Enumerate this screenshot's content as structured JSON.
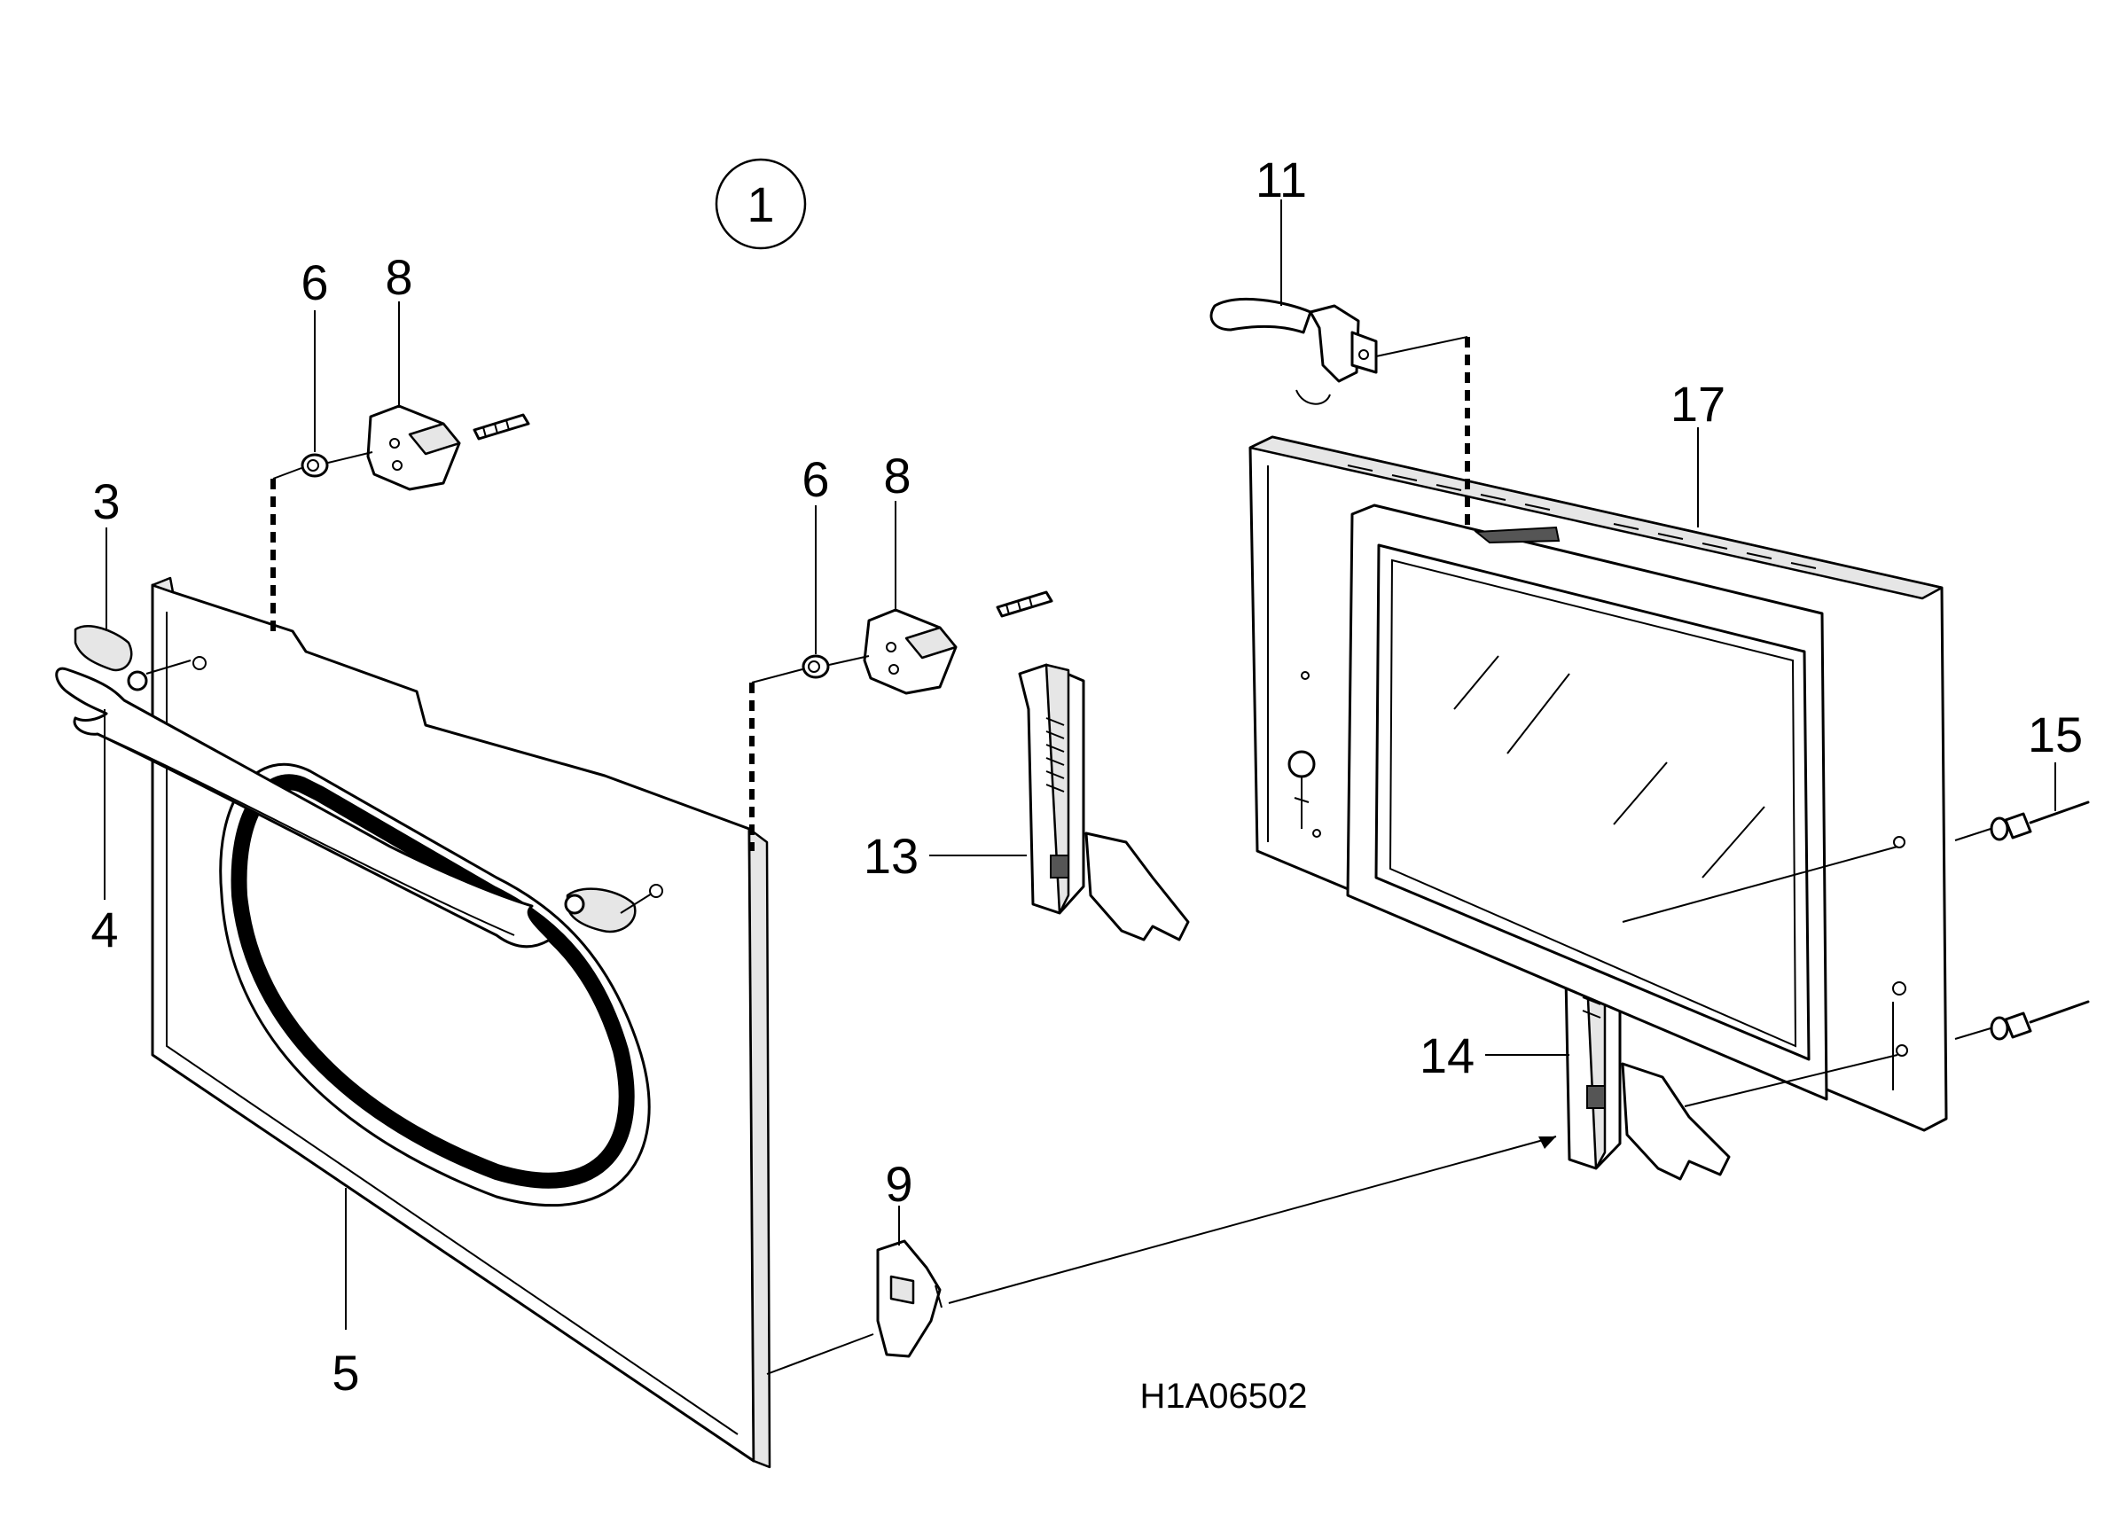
{
  "diagram": {
    "group_label": "1",
    "drawing_code": "H1A06502",
    "callouts": [
      {
        "id": "3",
        "text": "3"
      },
      {
        "id": "4",
        "text": "4"
      },
      {
        "id": "5",
        "text": "5"
      },
      {
        "id": "6a",
        "text": "6"
      },
      {
        "id": "8a",
        "text": "8"
      },
      {
        "id": "6b",
        "text": "6"
      },
      {
        "id": "8b",
        "text": "8"
      },
      {
        "id": "9",
        "text": "9"
      },
      {
        "id": "11",
        "text": "11"
      },
      {
        "id": "13",
        "text": "13"
      },
      {
        "id": "14",
        "text": "14"
      },
      {
        "id": "15",
        "text": "15"
      },
      {
        "id": "17",
        "text": "17"
      }
    ]
  }
}
